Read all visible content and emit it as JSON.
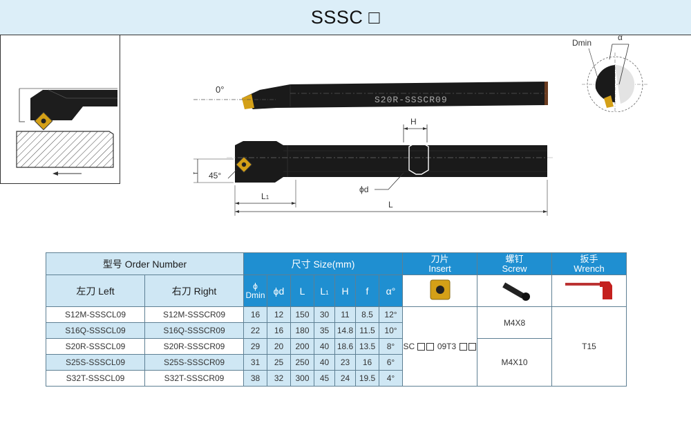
{
  "series_title": "SSSC □",
  "drawing": {
    "angle_0": "0°",
    "angle_45": "45°",
    "label_f": "f",
    "label_H": "H",
    "label_phid": "ϕd",
    "label_L1": "L",
    "label_L1_sub": "1",
    "label_L": "L",
    "bar_marking": "S20R-SSSCR09",
    "label_dmin": "Dmin",
    "label_alpha": "α"
  },
  "table": {
    "model_header": "型号 Order Number",
    "size_header": "尺寸 Size(mm)",
    "insert_header_cn": "刀片",
    "insert_header_en": "Insert",
    "screw_header_cn": "螺钉",
    "screw_header_en": "Screw",
    "wrench_header_cn": "扳手",
    "wrench_header_en": "Wrench",
    "left_header": "左刀 Left",
    "right_header": "右刀 Right",
    "col_phi": "ϕ",
    "col_dmin": "Dmin",
    "col_phid": "ϕd",
    "col_L": "L",
    "col_L1": "L",
    "col_L1_sub": "1",
    "col_H": "H",
    "col_f": "f",
    "col_alpha": "α°",
    "rows": [
      {
        "left": "S12M-SSSCL09",
        "right": "S12M-SSSCR09",
        "dmin": "16",
        "d": "12",
        "L": "150",
        "L1": "30",
        "H": "11",
        "f": "8.5",
        "a": "12°"
      },
      {
        "left": "S16Q-SSSCL09",
        "right": "S16Q-SSSCR09",
        "dmin": "22",
        "d": "16",
        "L": "180",
        "L1": "35",
        "H": "14.8",
        "f": "11.5",
        "a": "10°"
      },
      {
        "left": "S20R-SSSCL09",
        "right": "S20R-SSSCR09",
        "dmin": "29",
        "d": "20",
        "L": "200",
        "L1": "40",
        "H": "18.6",
        "f": "13.5",
        "a": "8°"
      },
      {
        "left": "S25S-SSSCL09",
        "right": "S25S-SSSCR09",
        "dmin": "31",
        "d": "25",
        "L": "250",
        "L1": "40",
        "H": "23",
        "f": "16",
        "a": "6°"
      },
      {
        "left": "S32T-SSSCL09",
        "right": "S32T-SSSCR09",
        "dmin": "38",
        "d": "32",
        "L": "300",
        "L1": "45",
        "H": "24",
        "f": "19.5",
        "a": "4°"
      }
    ],
    "insert_code_a": "SC",
    "insert_code_b": "09T3",
    "screw_1": "M4X8",
    "screw_2": "M4X10",
    "wrench": "T15"
  }
}
